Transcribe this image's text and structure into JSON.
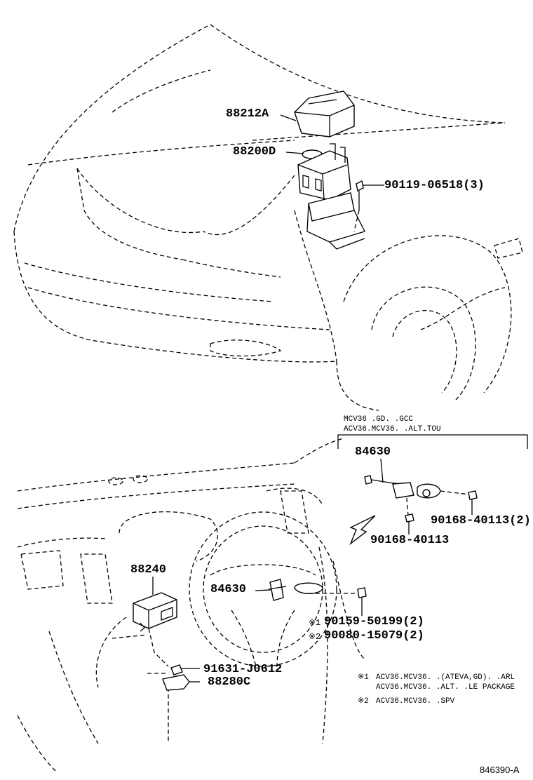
{
  "parts": {
    "cover": "88212A",
    "actuator": "88200D",
    "bolt_top": "90119-06518(3)",
    "switch_alt": "84630",
    "screw_alt_2": "90168-40113(2)",
    "screw_alt": "90168-40113",
    "computer": "88240",
    "switch_main": "84630",
    "screw_note1": "90159-50199(2)",
    "screw_note2": "90080-15079(2)",
    "screw_bottom": "91631-J0612",
    "sensor": "88280C"
  },
  "notes": {
    "alt_header_1": "MCV36 .GD. .GCC",
    "alt_header_2": "ACV36.MCV36. .ALT.TOU",
    "mark1": "※1",
    "mark2": "※2",
    "legend1_mark": "※1",
    "legend1_line1": "ACV36.MCV36. .(ATEVA,GD). .ARL",
    "legend1_line2": "ACV36.MCV36. .ALT. .LE PACKAGE",
    "legend2_mark": "※2",
    "legend2_line1": "ACV36.MCV36. .SPV"
  },
  "figure_id": "846390-A"
}
